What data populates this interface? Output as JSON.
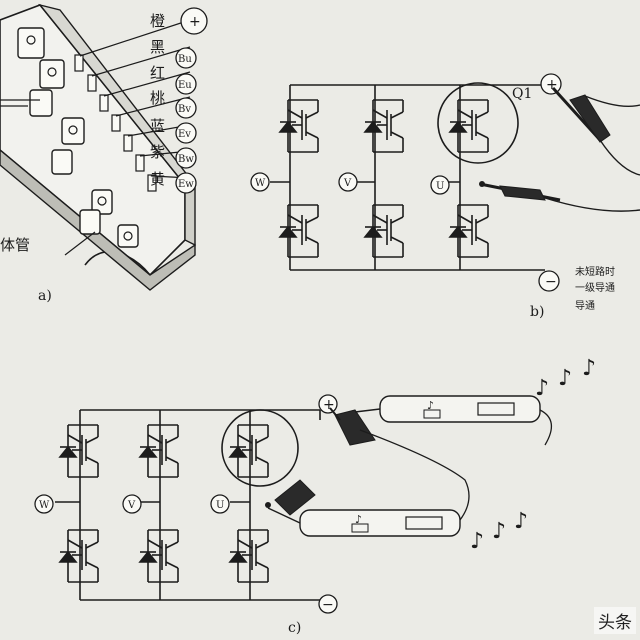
{
  "panel_a": {
    "label": "a)",
    "tube_label": "体管",
    "wire_colors": [
      "橙",
      "黑",
      "红",
      "桃",
      "蓝",
      "紫",
      "黄"
    ],
    "terminals": [
      "+",
      "Bu",
      "Eu",
      "Bv",
      "Ev",
      "Bw",
      "Ew"
    ]
  },
  "panel_b": {
    "label": "b)",
    "plus": "+",
    "minus": "−",
    "q1": "Q1",
    "phase_w": "W",
    "phase_v": "V",
    "phase_u": "U",
    "note_lines": [
      "未短路时",
      "一级导通",
      "导通"
    ]
  },
  "panel_c": {
    "label": "c)",
    "plus": "+",
    "minus": "−",
    "phase_w": "W",
    "phase_v": "V",
    "phase_u": "U",
    "note_glyph": "♪"
  },
  "watermark": "头条"
}
